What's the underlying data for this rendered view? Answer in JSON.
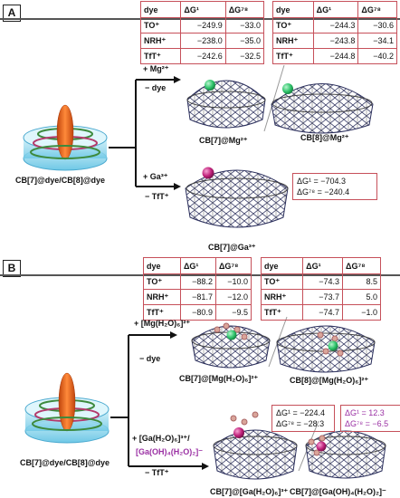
{
  "panelA": {
    "label": "A",
    "table_left": {
      "headers": [
        "dye",
        "ΔG¹",
        "ΔG⁷⁸"
      ],
      "rows": [
        [
          "TO⁺",
          "−249.9",
          "−33.0"
        ],
        [
          "NRH⁺",
          "−238.0",
          "−35.0"
        ],
        [
          "TfT⁺",
          "−242.6",
          "−32.5"
        ]
      ]
    },
    "table_right": {
      "headers": [
        "dye",
        "ΔG¹",
        "ΔG⁷⁸"
      ],
      "rows": [
        [
          "TO⁺",
          "−244.3",
          "−30.6"
        ],
        [
          "NRH⁺",
          "−243.8",
          "−34.1"
        ],
        [
          "TfT⁺",
          "−244.8",
          "−40.2"
        ]
      ]
    },
    "host_label": "CB[7]@dye/CB[8]@dye",
    "upper_reaction": {
      "reagent": "+ Mg²⁺",
      "product": "− dye"
    },
    "lower_reaction": {
      "reagent": "+ Ga³⁺",
      "product": "− TfT⁺"
    },
    "product_upper_left": "CB[7]@Mg²⁺",
    "product_upper_right": "CB[8]@Mg²⁺",
    "product_lower": "CB[7]@Ga³⁺",
    "energy_box": {
      "line1": "ΔG¹ = −704.3",
      "line2": "ΔG⁷⁸ = −240.4"
    }
  },
  "panelB": {
    "label": "B",
    "table_left": {
      "headers": [
        "dye",
        "ΔG¹",
        "ΔG⁷⁸"
      ],
      "rows": [
        [
          "TO⁺",
          "−88.2",
          "−10.0"
        ],
        [
          "NRH⁺",
          "−81.7",
          "−12.0"
        ],
        [
          "TfT⁺",
          "−80.9",
          "−9.5"
        ]
      ]
    },
    "table_right": {
      "headers": [
        "dye",
        "ΔG¹",
        "ΔG⁷⁸"
      ],
      "rows": [
        [
          "TO⁺",
          "−74.3",
          "8.5"
        ],
        [
          "NRH⁺",
          "−73.7",
          "5.0"
        ],
        [
          "TfT⁺",
          "−74.7",
          "−1.0"
        ]
      ]
    },
    "host_label": "CB[7]@dye/CB[8]@dye",
    "upper_reaction": {
      "reagent": "+ [Mg(H₂O)₆]²⁺",
      "product": "− dye"
    },
    "lower_reaction": {
      "reagent1": "+ [Ga(H₂O)₆]³⁺/",
      "reagent2": "[Ga(OH)₄(H₂O)₂]⁻",
      "product": "− TfT⁺"
    },
    "product_upper_left": "CB[7]@[Mg(H₂O)₆]²⁺",
    "product_upper_right": "CB[8]@[Mg(H₂O)₆]²⁺",
    "product_lower_left": "CB[7]@[Ga(H₂O)₆]³⁺",
    "product_lower_right": "CB[7]@[Ga(OH)₄(H₂O)₂]⁻",
    "energy_box_left": {
      "line1": "ΔG¹ = −224.4",
      "line2": "ΔG⁷⁸ = −28.3"
    },
    "energy_box_right": {
      "line1": "ΔG¹ = 12.3",
      "line2": "ΔG⁷⁸ = −6.5"
    }
  },
  "colors": {
    "table_border": "#c6505a",
    "purple_text": "#9a2fa3",
    "mg_ion": "#2fc46b",
    "ga_ion": "#c0207a",
    "dye_orange": "#ef6a1c",
    "cb_cyan": "#8fd8ee"
  }
}
